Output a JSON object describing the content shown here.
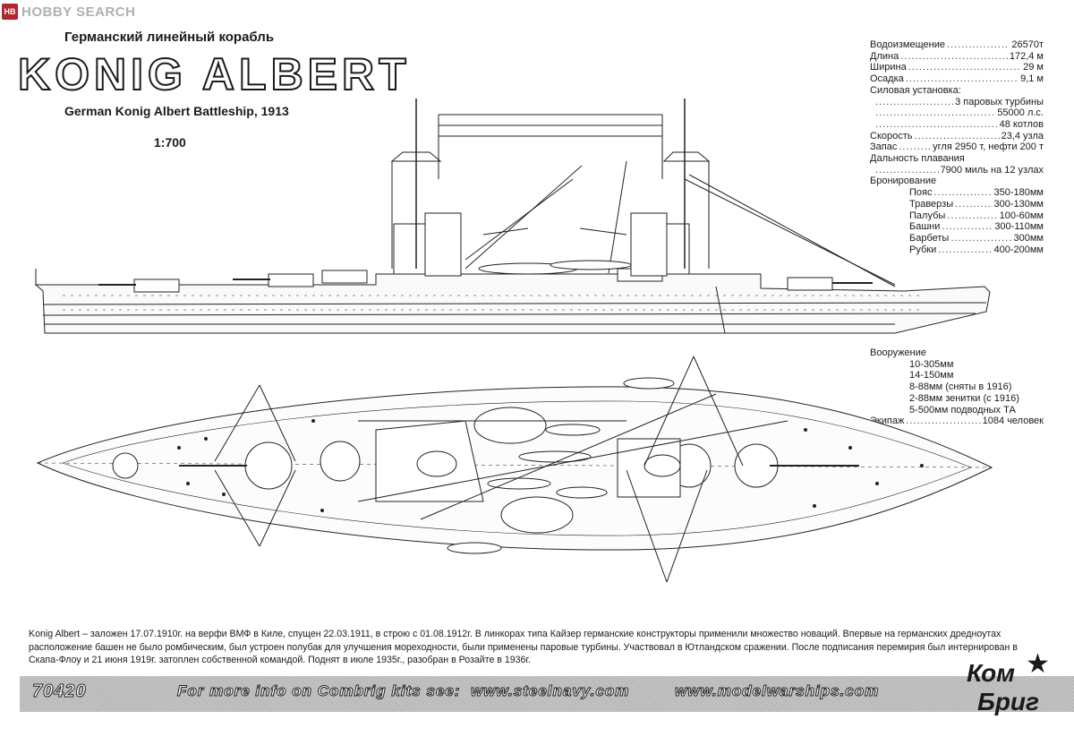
{
  "watermark": {
    "tile": "HB",
    "text": "HOBBY SEARCH"
  },
  "title_ru": "Германский линейный корабль",
  "title_main": "KONIG ALBERT",
  "title_en": "German Konig Albert Battleship, 1913",
  "scale": "1:700",
  "specs": [
    {
      "label": "Водоизмещение",
      "value": "26570т",
      "indent": "none"
    },
    {
      "label": "Длина",
      "value": "172,4 м",
      "indent": "none"
    },
    {
      "label": "Ширина",
      "value": "29 м",
      "indent": "none"
    },
    {
      "label": "Осадка",
      "value": "9,1 м",
      "indent": "none"
    },
    {
      "label": "Силовая установка:",
      "value": "",
      "indent": "none"
    },
    {
      "label": "",
      "value": "3 паровых турбины",
      "indent": "sub"
    },
    {
      "label": "",
      "value": "55000 л.с.",
      "indent": "sub"
    },
    {
      "label": "",
      "value": "48 котлов",
      "indent": "sub"
    },
    {
      "label": "Скорость",
      "value": "23,4 узла",
      "indent": "none"
    },
    {
      "label": "Запас",
      "value": "угля 2950 т, нефти 200 т",
      "indent": "none"
    },
    {
      "label": "Дальность плавания",
      "value": "",
      "indent": "none"
    },
    {
      "label": "",
      "value": "7900 миль на 12 узлах",
      "indent": "sub"
    },
    {
      "label": "Бронирование",
      "value": "",
      "indent": "none"
    },
    {
      "label": "Пояс",
      "value": "350-180мм",
      "indent": "ind"
    },
    {
      "label": "Траверзы",
      "value": "300-130мм",
      "indent": "ind"
    },
    {
      "label": "Палубы",
      "value": "100-60мм",
      "indent": "ind"
    },
    {
      "label": "Башни",
      "value": "300-110мм",
      "indent": "ind"
    },
    {
      "label": "Барбеты",
      "value": "300мм",
      "indent": "ind"
    },
    {
      "label": "Рубки",
      "value": "400-200мм",
      "indent": "ind"
    }
  ],
  "armament": {
    "heading": "Вооружение",
    "items": [
      "10-305мм",
      "14-150мм",
      "8-88мм (сняты в 1916)",
      "2-88мм зенитки (с 1916)",
      "5-500мм подводных ТА"
    ],
    "crew_label": "Экипаж",
    "crew_value": "1084 человек"
  },
  "history": "Konig Albert – заложен 17.07.1910г. на верфи ВМФ в Киле, спущен 22.03.1911, в строю с 01.08.1912г. В линкорах типа Кайзер германские конструкторы применили множество новаций. Впервые на германских дредноутах расположение башен не было ромбическим, был устроен полубак для улучшения мореходности, были применены паровые турбины. Участвовал в Ютландском сражении. После подписания перемирия был интернирован в Скапа-Флоу и 21 июня 1919г. затоплен собственной командой. Поднят в июле 1935г., разобран в Розайте в 1936г.",
  "footer": {
    "kit_number": "70420",
    "info": "For more info on Combrig kits see:",
    "site1": "www.steelnavy.com",
    "site2": "www.modelwarships.com"
  },
  "logo": {
    "line1": "Ком",
    "line2": "Бриг",
    "icon": "star-icon"
  }
}
